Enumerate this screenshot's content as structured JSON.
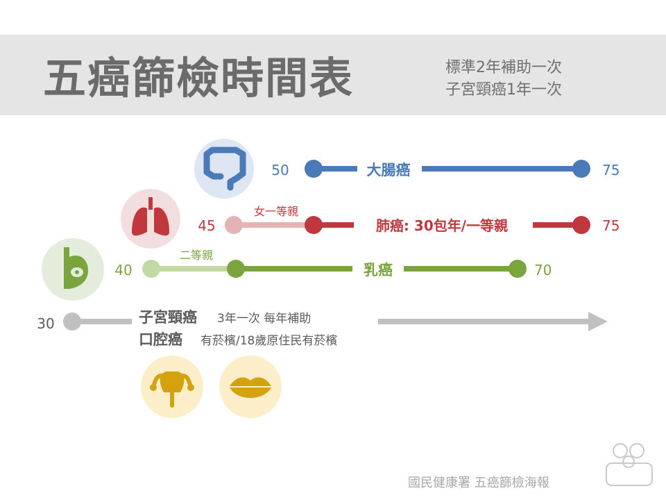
{
  "title": "五癌篩檢時間表",
  "subtitle": {
    "line1": "標準2年補助一次",
    "line2": "子宮頸癌1年一次"
  },
  "colors": {
    "colon": "#4a7ab8",
    "colon_bg": "#dde6f2",
    "lung": "#c0383e",
    "lung_light": "#e6b3b5",
    "lung_bg": "#f2dedf",
    "breast": "#7aa43d",
    "breast_light": "#c3d9a3",
    "breast_bg": "#e4ecdc",
    "gray": "#c0c0c0",
    "gray_text": "#5a5a5a",
    "gold": "#d4a20e",
    "gold_bg": "#fbeec9"
  },
  "rows": {
    "colon": {
      "start": "50",
      "end": "75",
      "label": "大腸癌",
      "icon": "colon-icon"
    },
    "lung": {
      "early": "45",
      "early_note": "女一等親",
      "start_label": "",
      "end": "75",
      "label": "肺癌: 30包年/一等親",
      "icon": "lungs-icon"
    },
    "breast": {
      "early": "40",
      "early_note": "二等親",
      "end": "70",
      "label": "乳癌",
      "icon": "breast-icon"
    },
    "cervical": {
      "start": "30",
      "label1": "子宮頸癌",
      "note1": "3年一次 每年補助",
      "label2": "口腔癌",
      "note2": "有菸檳/18歲原住民有菸檳",
      "icon1": "uterus-icon",
      "icon2": "lips-icon"
    }
  },
  "footer": "國民健康署 五癌篩檢海報"
}
